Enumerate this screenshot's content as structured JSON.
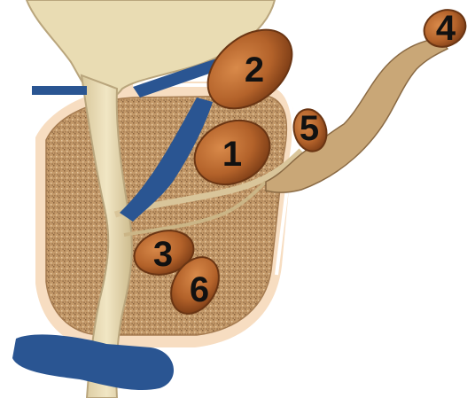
{
  "labels": [
    "1",
    "2",
    "3",
    "4",
    "5",
    "6"
  ],
  "colors": {
    "background": "#ffffff",
    "urethra": "#e9dcb3",
    "urethra_edge": "#b9a57c",
    "gland_tissue": "#c49a6a",
    "gland_halo": "#f6d7b6",
    "structure_fill": "#b7652a",
    "structure_edge": "#6a3513",
    "muscle_blue": "#2a5592",
    "duct": "#c9a777"
  }
}
